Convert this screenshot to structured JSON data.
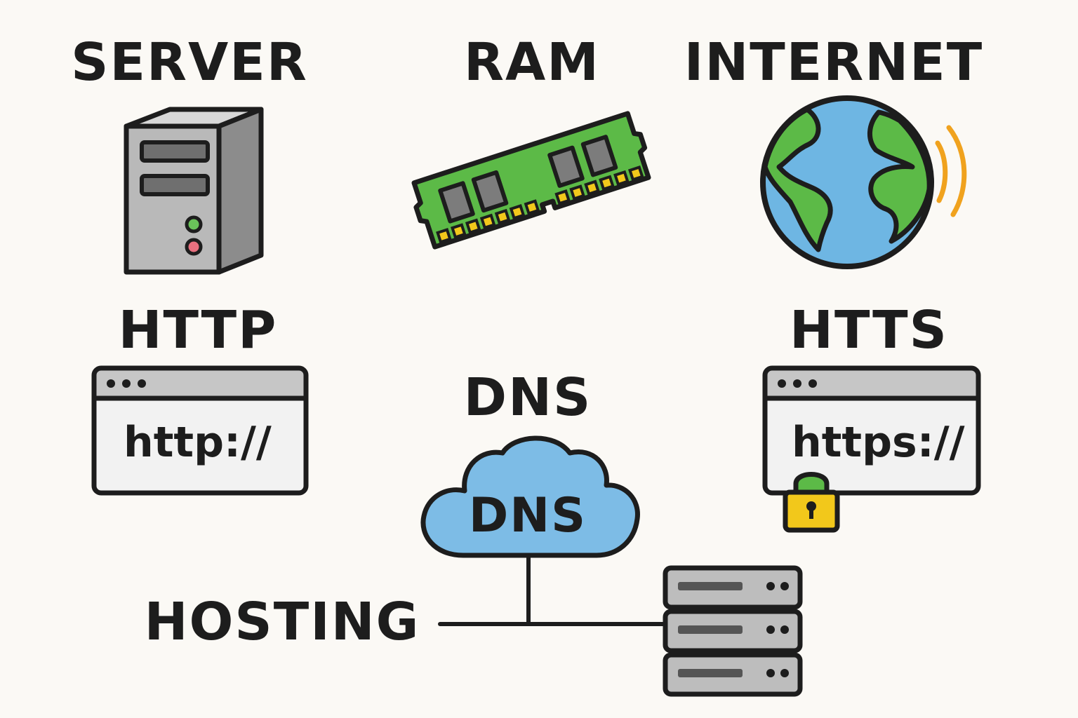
{
  "labels": {
    "server": "SERVER",
    "ram": "RAM",
    "internet": "INTERNET",
    "http": "HTTP",
    "https": "HTTS",
    "dns": "DNS",
    "hosting": "HOSTING"
  },
  "http_window": {
    "url": "http://"
  },
  "https_window": {
    "url": "https://"
  },
  "dns_cloud": {
    "text": "DNS"
  },
  "icons": {
    "server": "server-tower-icon",
    "ram": "ram-module-icon",
    "internet": "globe-icon",
    "http": "browser-window-icon",
    "https": "secure-browser-window-icon",
    "lock": "padlock-icon",
    "dns": "cloud-icon",
    "hosting": "server-rack-icon"
  },
  "colors": {
    "ink": "#1d1d1d",
    "background": "#fbf9f5",
    "server_gray": "#b9b9b9",
    "ram_green": "#5cba47",
    "gold": "#f2c81b",
    "ocean_blue": "#6eb6e3",
    "land_green": "#5cba47",
    "signal_orange": "#f0a21e",
    "cloud_blue": "#7dbce6",
    "window_gray": "#c6c6c6",
    "led_green": "#6ac25a",
    "led_red": "#e8707f"
  }
}
